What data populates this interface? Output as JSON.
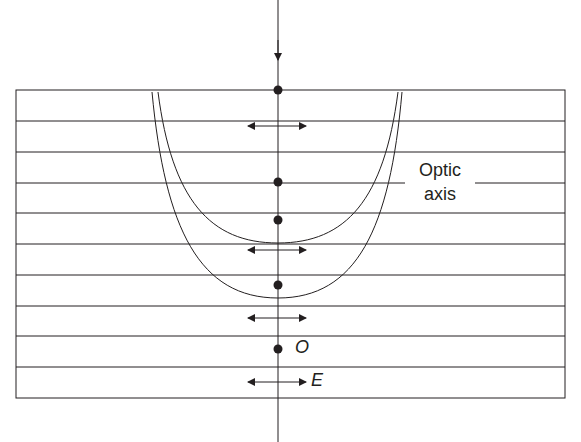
{
  "diagram": {
    "labels": [
      "Optic axis",
      "O",
      "E"
    ]
  }
}
